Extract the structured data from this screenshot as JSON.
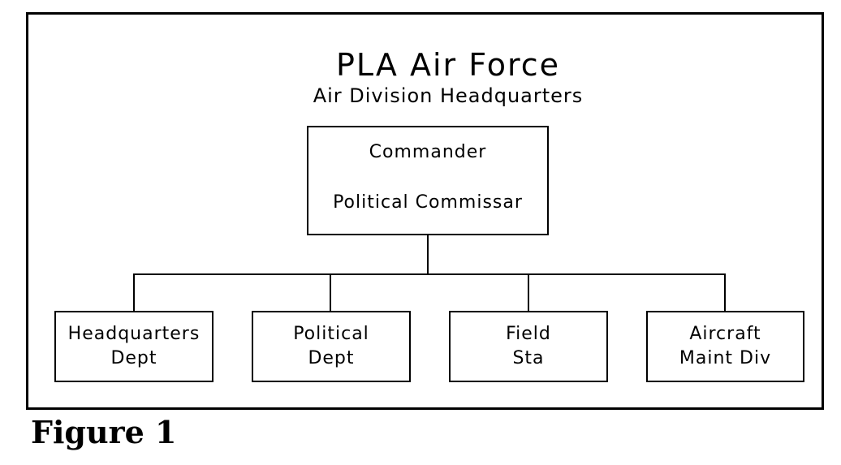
{
  "diagram": {
    "title": "PLA Air Force",
    "subtitle": "Air Division Headquarters",
    "root": {
      "line1": "Commander",
      "line2": "Political Commissar"
    },
    "children": [
      {
        "line1": "Headquarters",
        "line2": "Dept"
      },
      {
        "line1": "Political",
        "line2": "Dept"
      },
      {
        "line1": "Field",
        "line2": "Sta"
      },
      {
        "line1": "Aircraft",
        "line2": "Maint Div"
      }
    ]
  },
  "caption": "Figure 1"
}
